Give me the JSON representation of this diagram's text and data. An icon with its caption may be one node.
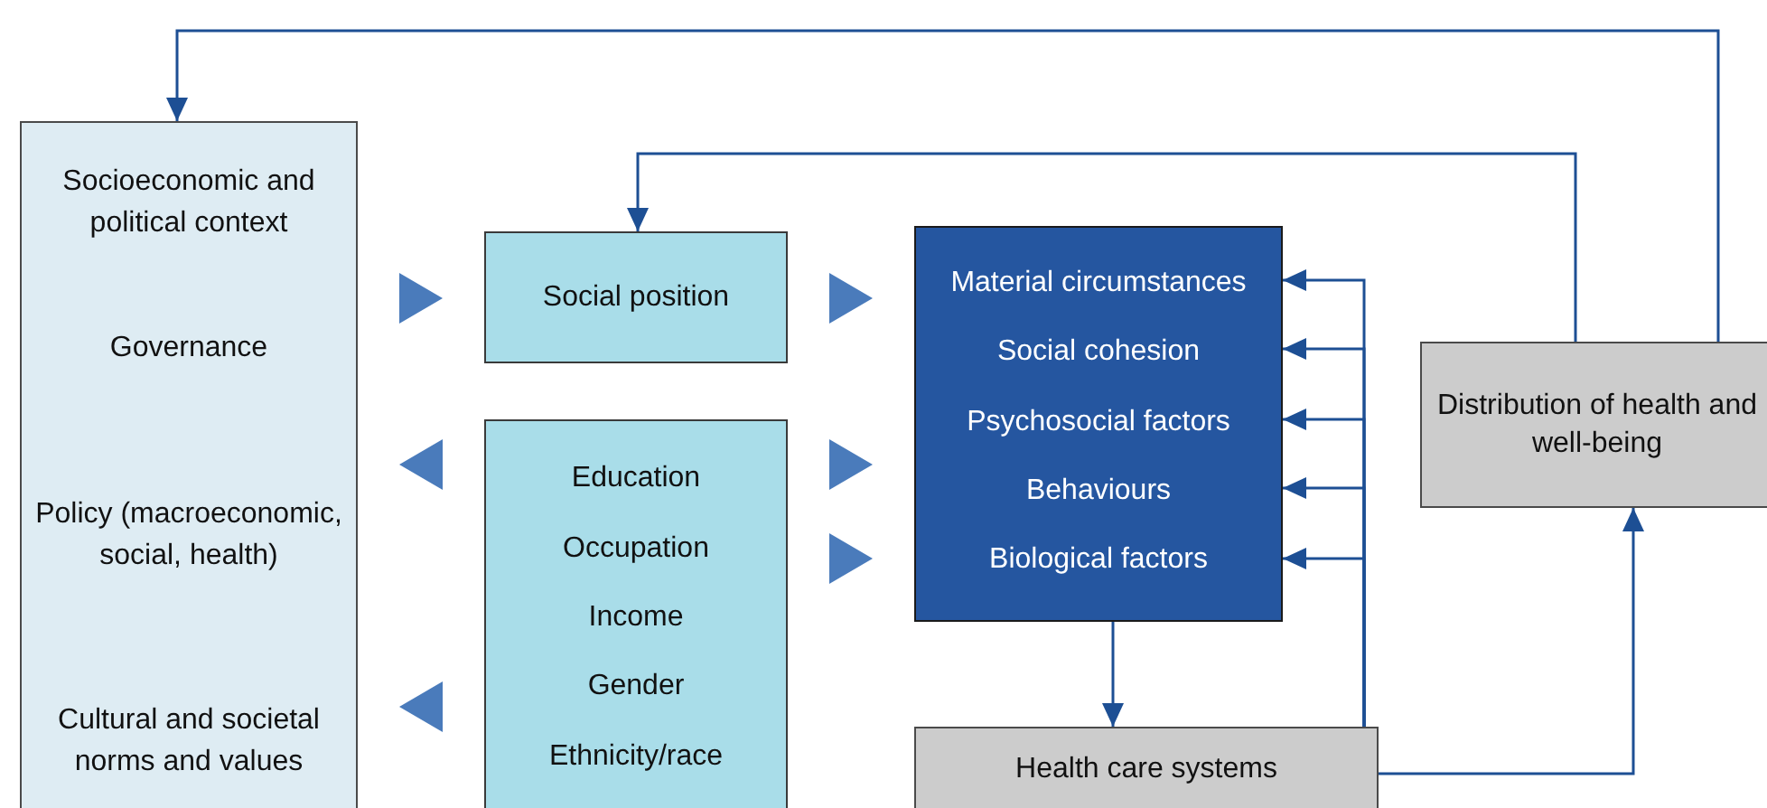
{
  "diagram": {
    "nodes": [
      {
        "text": [
          "Socioeconomic and political context",
          "Governance",
          "Policy (macroeconomic, social, health)",
          "Cultural and societal norms and values"
        ]
      },
      {
        "text": [
          "Social position"
        ]
      },
      {
        "text": [
          "Education",
          "Occupation",
          "Income",
          "Gender",
          "Ethnicity/race"
        ]
      },
      {
        "text": [
          "Material circumstances",
          "Social cohesion",
          "Psychosocial factors",
          "Behaviours",
          "Biological factors"
        ]
      },
      {
        "text": [
          "Distribution of health and well-being"
        ]
      },
      {
        "text": [
          "Health care systems"
        ]
      }
    ],
    "edges": [
      {
        "from": 0,
        "to": 1,
        "arrow": "to"
      },
      {
        "from": 1,
        "to": 3,
        "arrow": "to"
      },
      {
        "from": 2,
        "to": 0,
        "arrow": "to"
      },
      {
        "from": 2,
        "to": 3,
        "arrow": "to"
      },
      {
        "from": 2,
        "to": 3,
        "arrow": "to"
      },
      {
        "from": 2,
        "to": 0,
        "arrow": "to"
      },
      {
        "from": 4,
        "to": 0,
        "arrow": "to"
      },
      {
        "from": 4,
        "to": 1,
        "arrow": "to"
      },
      {
        "from": 3,
        "to": 5,
        "arrow": "to"
      },
      {
        "from": 5,
        "to": 3,
        "arrow": "to"
      },
      {
        "from": 5,
        "to": 3,
        "arrow": "to"
      },
      {
        "from": 5,
        "to": 3,
        "arrow": "to"
      },
      {
        "from": 5,
        "to": 3,
        "arrow": "to"
      },
      {
        "from": 5,
        "to": 3,
        "arrow": "to"
      },
      {
        "from": 5,
        "to": 4,
        "arrow": "to"
      }
    ]
  }
}
